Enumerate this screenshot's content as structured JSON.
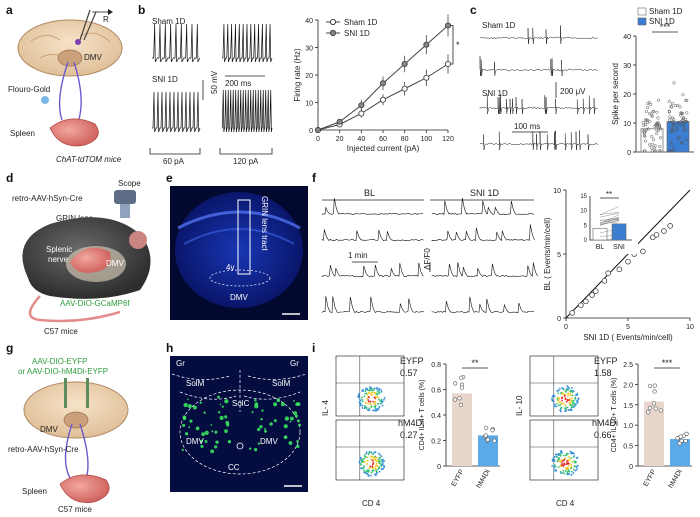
{
  "panels": {
    "a": "a",
    "b": "b",
    "c": "c",
    "d": "d",
    "e": "e",
    "f": "f",
    "g": "g",
    "h": "h",
    "i": "i"
  },
  "a": {
    "dmv": "DMV",
    "r": "R",
    "tracer": "Flouro-Gold",
    "spleen": "Spleen",
    "mice": "ChAT-tdTOM mice"
  },
  "b": {
    "sham": "Sham 1D",
    "sni": "SNI 1D",
    "scale_v": "50 mV",
    "scale_t": "200 ms",
    "pa60": "60 pA",
    "pa120": "120 pA"
  },
  "c": {
    "sham": "Sham 1D",
    "sni": "SNI 1D",
    "scale_v": "200 μV",
    "scale_t": "100 ms",
    "sig": "***"
  },
  "d": {
    "virus": "retro-AAV-hSyn-Cre",
    "scope": "Scope",
    "grin": "GRIN lens",
    "splenic": "Splenic",
    "nerve": "nerve",
    "dmv": "DMV",
    "gcamp": "AAV-DIO-GCaMP6f",
    "mice": "C57 mice"
  },
  "e": {
    "tract": "GRIN lens tract",
    "v4": "4v",
    "dmv": "DMV"
  },
  "f": {
    "bl": "BL",
    "sni": "SNI 1D",
    "scale_t": "1 min",
    "df": "ΔF/F0",
    "inset_sig": "**",
    "inset_bl": "BL",
    "inset_sni": "SNI"
  },
  "g": {
    "virus1": "AAV-DIO-EYFP",
    "virus2": "or AAV-DIO-hM4Di-EYFP",
    "dmv": "DMV",
    "virus3": "retro-AAV-hSyn-Cre",
    "spleen": "Spleen",
    "mice": "C57 mice"
  },
  "h": {
    "gr1": "Gr",
    "gr2": "Gr",
    "solm1": "SolM",
    "solm2": "SolM",
    "solc": "SolC",
    "dmv1": "DMV",
    "dmv2": "DMV",
    "cc": "CC"
  },
  "i": {
    "il4": {
      "ylab": "IL- 4",
      "xlab": "CD 4",
      "g1": "EYFP",
      "v1": "0.57",
      "g2": "hM4Di",
      "v2": "0.27"
    },
    "il10": {
      "ylab": "IL- 10",
      "xlab": "CD 4",
      "g1": "EYFP",
      "v1": "1.58",
      "g2": "hM4Di",
      "v2": "0.66"
    }
  },
  "colors": {
    "sham": "#ffffff",
    "sni": "#3b7fd4",
    "eyfp": "#e8d6cd",
    "hm4di": "#5aa9e8",
    "blue_tissue": "#0a1a8a"
  },
  "chart_data": [
    {
      "type": "line",
      "panel": "b",
      "ylabel": "Firing rate (Hz)",
      "xlabel": "Injected current (pA)",
      "x": [
        0,
        20,
        40,
        60,
        80,
        100,
        120
      ],
      "xticks": [
        "0",
        "20",
        "40",
        "60",
        "80",
        "100",
        "120"
      ],
      "ylim": [
        0,
        40
      ],
      "yticks": [
        "0",
        "10",
        "20",
        "30",
        "40"
      ],
      "sig": "*",
      "series": [
        {
          "name": "Sham 1D",
          "values": [
            0,
            2,
            6,
            11,
            15,
            19,
            24
          ],
          "err": [
            0,
            1,
            1.5,
            2,
            2.5,
            3,
            3.5
          ]
        },
        {
          "name": "SNI 1D",
          "values": [
            0,
            3,
            9,
            17,
            24,
            31,
            38
          ],
          "err": [
            0,
            1,
            2,
            2.5,
            3,
            3.5,
            4
          ]
        }
      ],
      "legend": "top-left"
    },
    {
      "type": "bar",
      "panel": "c",
      "ylabel": "Spike per second",
      "ylim": [
        0,
        40
      ],
      "yticks": [
        "0",
        "10",
        "20",
        "30",
        "40"
      ],
      "categories": [
        "Sham 1D",
        "SNI 1D"
      ],
      "values": [
        8,
        10.5
      ]
    },
    {
      "type": "scatter",
      "panel": "f",
      "xlabel": "SNI 1D ( Events/min/cell)",
      "ylabel": "BL ( Events/min/cell)",
      "xlim": [
        0,
        10
      ],
      "ylim": [
        0,
        10
      ],
      "xticks": [
        "0",
        "5",
        "10"
      ],
      "yticks": [
        "0",
        "5",
        "10"
      ],
      "points": [
        [
          0.5,
          0.4
        ],
        [
          1.2,
          1.0
        ],
        [
          1.6,
          1.3
        ],
        [
          2.1,
          1.8
        ],
        [
          2.4,
          2.1
        ],
        [
          3.1,
          2.9
        ],
        [
          3.4,
          3.5
        ],
        [
          4.3,
          3.8
        ],
        [
          5.0,
          4.4
        ],
        [
          5.5,
          5.0
        ],
        [
          6.2,
          5.2
        ],
        [
          7.0,
          6.3
        ],
        [
          7.3,
          6.5
        ],
        [
          7.9,
          6.8
        ],
        [
          8.4,
          7.2
        ]
      ],
      "inset": {
        "ylim": [
          0,
          15
        ],
        "yticks": [
          "0",
          "5",
          "10",
          "15"
        ]
      }
    },
    {
      "type": "bar",
      "panel": "i-il4",
      "ylabel": "CD4+ IL-4+ T cells (%)",
      "ylim": [
        0,
        0.8
      ],
      "yticks": [
        "0",
        "0.2",
        "0.4",
        "0.6",
        "0.8"
      ],
      "categories": [
        "EYFP",
        "hM4Di"
      ],
      "values": [
        0.57,
        0.24
      ],
      "sig": "**"
    },
    {
      "type": "bar",
      "panel": "i-il10",
      "ylabel": "CD4+ IL-10+ T cells (%)",
      "ylim": [
        0,
        2.5
      ],
      "yticks": [
        "0",
        "0.5",
        "1.0",
        "1.5",
        "2.0",
        "2.5"
      ],
      "categories": [
        "EYFP",
        "hM4Di"
      ],
      "values": [
        1.58,
        0.66
      ],
      "sig": "***"
    }
  ]
}
